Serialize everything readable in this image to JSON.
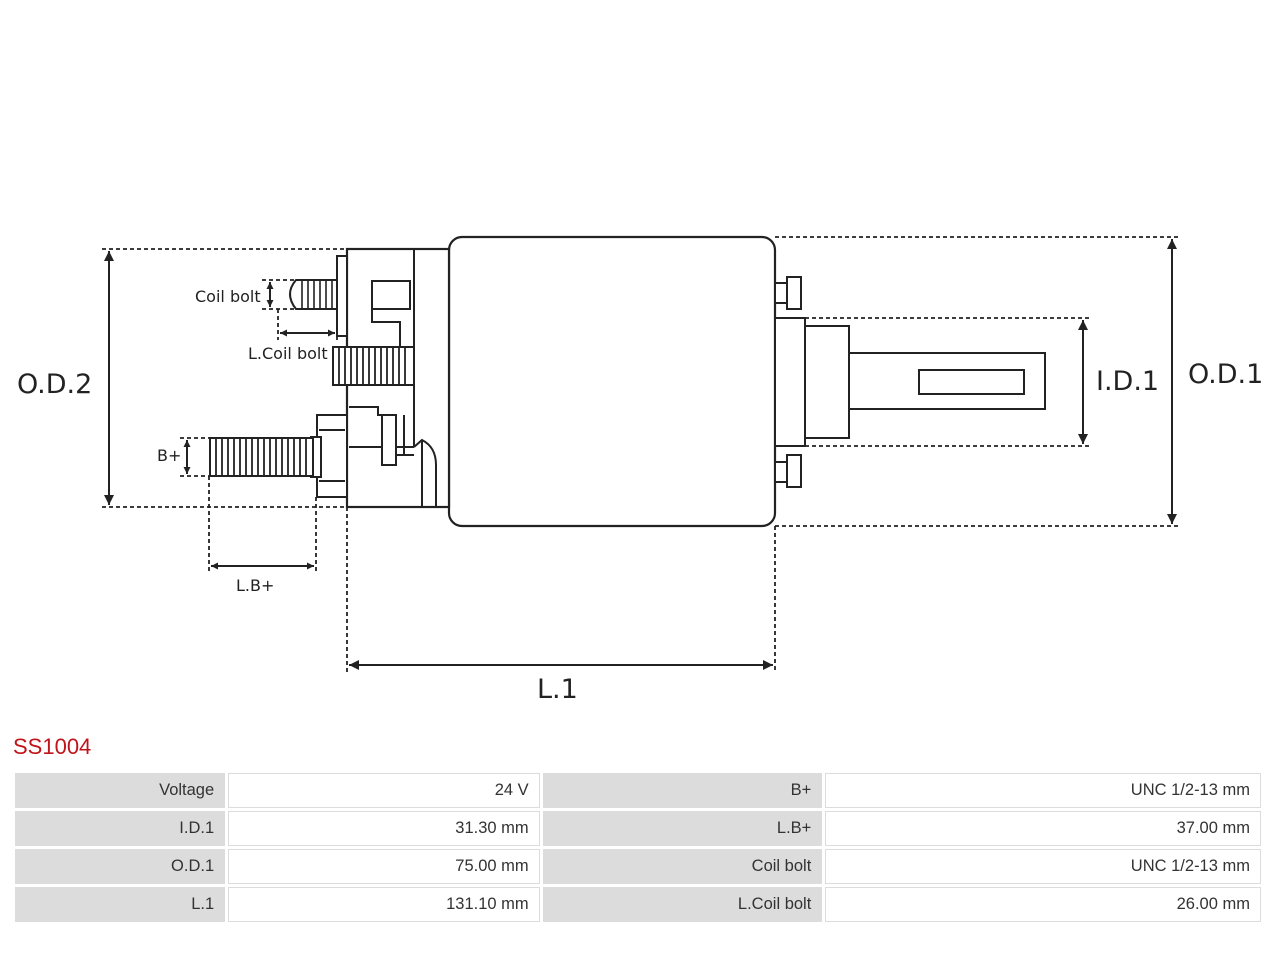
{
  "diagram": {
    "labels": {
      "od2": "O.D.2",
      "od1": "O.D.1",
      "id1": "I.D.1",
      "l1": "L.1",
      "coil_bolt": "Coil bolt",
      "l_coil_bolt": "L.Coil bolt",
      "b_plus": "B+",
      "l_b_plus": "L.B+"
    }
  },
  "part_number": "SS1004",
  "specs": [
    {
      "left_label": "Voltage",
      "left_value": "24 V",
      "right_label": "B+",
      "right_value": "UNC 1/2-13 mm"
    },
    {
      "left_label": "I.D.1",
      "left_value": "31.30 mm",
      "right_label": "L.B+",
      "right_value": "37.00 mm"
    },
    {
      "left_label": "O.D.1",
      "left_value": "75.00 mm",
      "right_label": "Coil bolt",
      "right_value": "UNC 1/2-13 mm"
    },
    {
      "left_label": "L.1",
      "left_value": "131.10 mm",
      "right_label": "L.Coil bolt",
      "right_value": "26.00 mm"
    }
  ]
}
